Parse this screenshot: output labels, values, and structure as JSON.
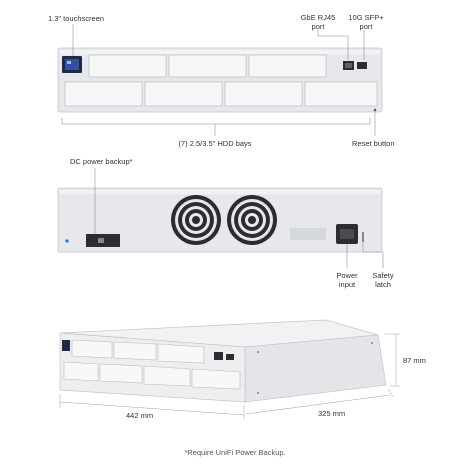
{
  "front_view": {
    "touchscreen": "1.3\" touchscreen",
    "gbe_port_line1": "GbE RJ45",
    "gbe_port_line2": "port",
    "sfp_port_line1": "10G SFP+",
    "sfp_port_line2": "port",
    "hdd_bays": "(7) 2.5/3.5\" HDD bays",
    "reset_button": "Reset button",
    "hdd_bay_count": 7
  },
  "rear_view": {
    "dc_power": "DC power backup*",
    "power_input_line1": "Power",
    "power_input_line2": "input",
    "safety_latch_line1": "Safety",
    "safety_latch_line2": "latch"
  },
  "dimensions": {
    "height": "87 mm",
    "width": "442 mm",
    "depth": "325 mm"
  },
  "footnote": "*Require UniFi Power Backup.",
  "colors": {
    "chassis": "#e9eaec",
    "chassis_edge": "#c9ccd1",
    "bay": "#f3f4f6",
    "dark": "#2b2d31",
    "leader": "#8a8f96",
    "screen": "#1e3a8a"
  }
}
